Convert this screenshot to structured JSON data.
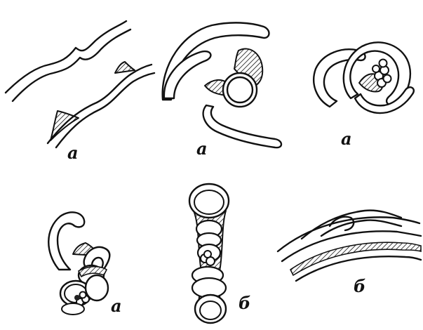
{
  "figure": {
    "panels": [
      {
        "label": "а"
      },
      {
        "label": "а"
      },
      {
        "label": "а"
      },
      {
        "label": "а"
      },
      {
        "label": "б"
      },
      {
        "label": "б"
      }
    ]
  }
}
